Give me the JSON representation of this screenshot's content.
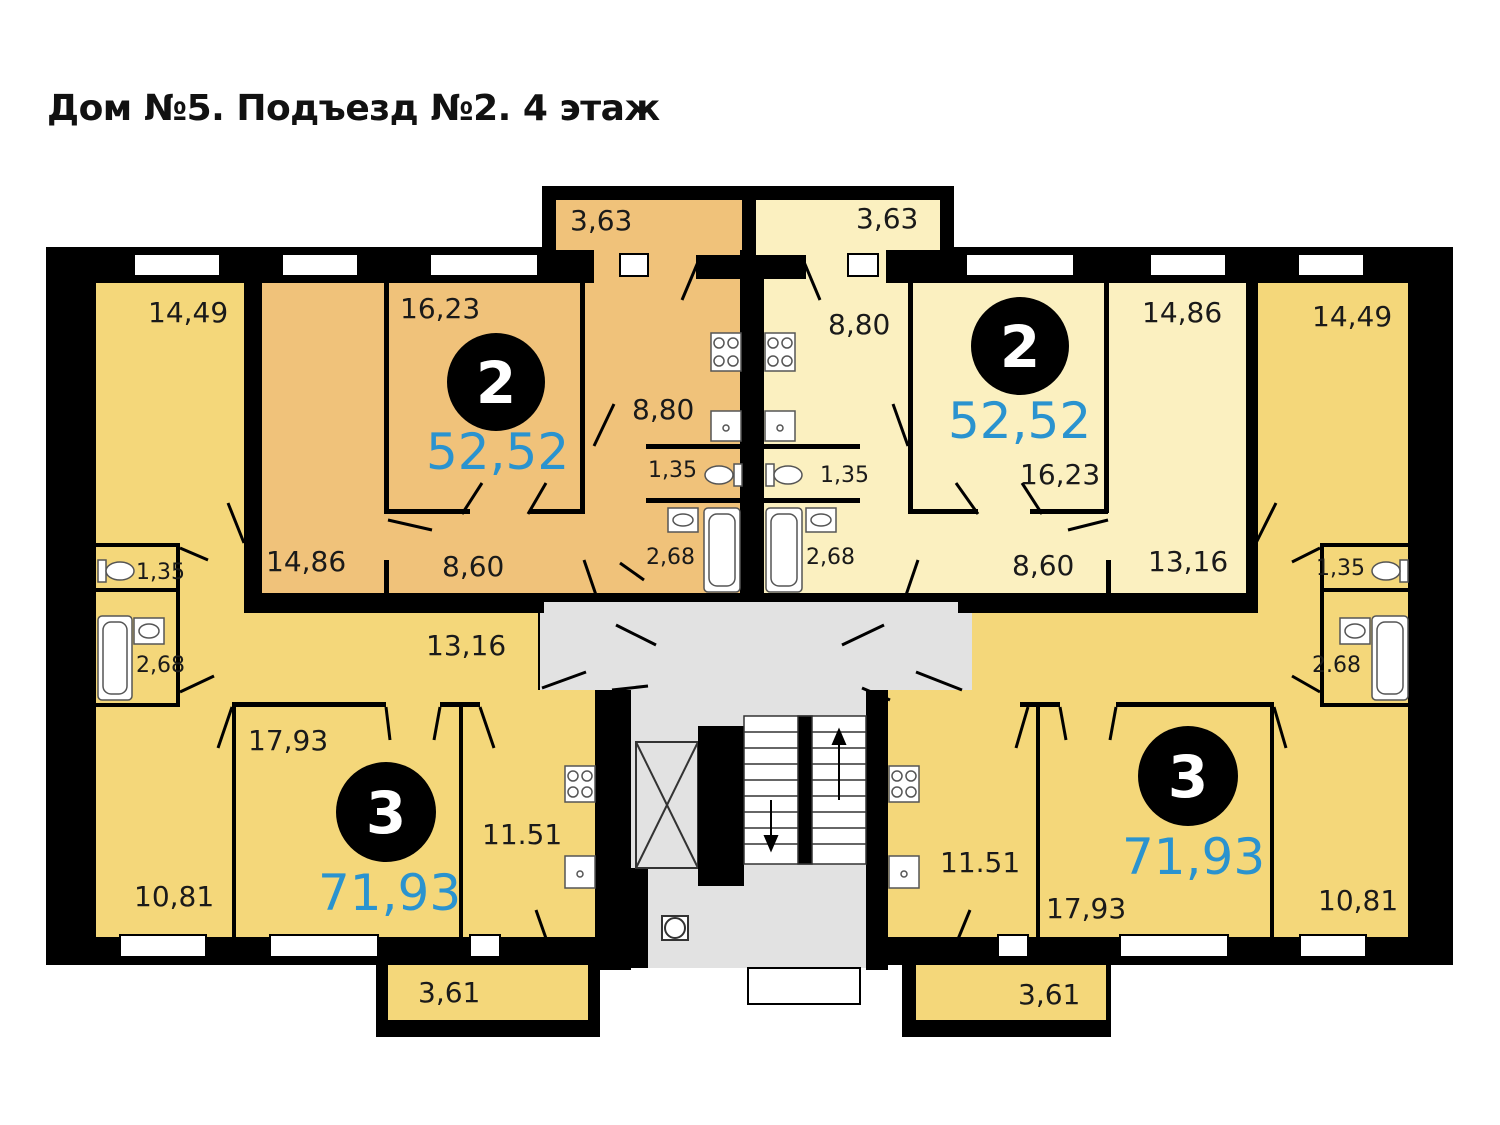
{
  "title": "Дом №5. Подъезд №2. 4 этаж",
  "colors": {
    "apt_left_top": "#f0c27a",
    "apt_right_top": "#fbf0c0",
    "apt_three_rooms": "#f4d77a",
    "stairwell": "#e2e2e2",
    "walls": "#000000",
    "total_area_text": "#2a93cf"
  },
  "apartments": [
    {
      "rooms": "2",
      "total_area": "52,52",
      "room_areas": [
        "16,23",
        "8,80",
        "14,86",
        "8,60",
        "13,16",
        "3,63"
      ],
      "bathroom_areas": [
        "1,35",
        "2,68"
      ]
    },
    {
      "rooms": "2",
      "total_area": "52,52",
      "room_areas": [
        "8,80",
        "14,86",
        "16,23",
        "8,60",
        "13,16",
        "3,63"
      ],
      "bathroom_areas": [
        "1,35",
        "2,68"
      ]
    },
    {
      "rooms": "3",
      "total_area": "71,93",
      "room_areas": [
        "14,49",
        "17,93",
        "10,81",
        "11.51",
        "3,61"
      ],
      "bathroom_areas": [
        "1,35",
        "2,68"
      ]
    },
    {
      "rooms": "3",
      "total_area": "71,93",
      "room_areas": [
        "14,49",
        "17,93",
        "10,81",
        "11.51",
        "3,61"
      ],
      "bathroom_areas": [
        "1,35",
        "2.68"
      ]
    }
  ]
}
